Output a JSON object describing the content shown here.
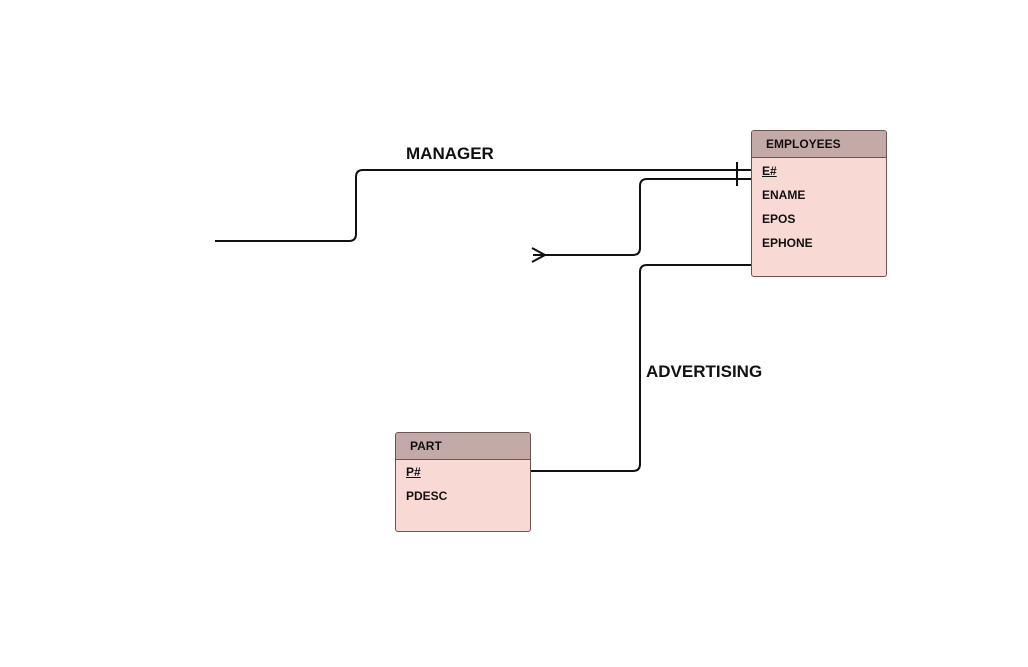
{
  "relationships": {
    "manager": "MANAGER",
    "advertising": "ADVERTISING"
  },
  "entities": {
    "employees": {
      "name": "EMPLOYEES",
      "attributes": [
        "E#",
        "ENAME",
        "EPOS",
        "EPHONE"
      ],
      "primary_key": "E#"
    },
    "part": {
      "name": "PART",
      "attributes": [
        "P#",
        "PDESC"
      ],
      "primary_key": "P#"
    }
  },
  "colors": {
    "header": "#c4aaa6",
    "body": "#f8d9d3",
    "border": "#6b5452",
    "line": "#111111"
  }
}
